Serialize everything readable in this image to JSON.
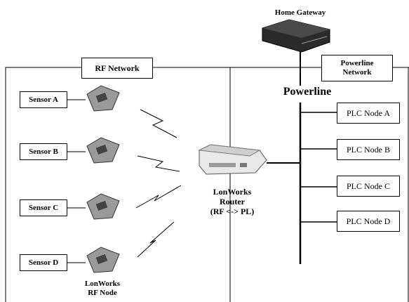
{
  "gateway": {
    "title": "Home Gateway"
  },
  "rf_network": {
    "label": "RF Network"
  },
  "powerline_network": {
    "label_line1": "Powerline",
    "label_line2": "Network"
  },
  "powerline": {
    "label": "Powerline"
  },
  "sensors": [
    {
      "label": "Sensor A"
    },
    {
      "label": "Sensor B"
    },
    {
      "label": "Sensor C"
    },
    {
      "label": "Sensor D"
    }
  ],
  "plc_nodes": [
    {
      "label": "PLC Node A"
    },
    {
      "label": "PLC Node B"
    },
    {
      "label": "PLC Node C"
    },
    {
      "label": "PLC Node D"
    }
  ],
  "router": {
    "line1": "LonWorks",
    "line2": "Router",
    "line3": "(RF <-> PL)"
  },
  "rf_node": {
    "line1": "LonWorks",
    "line2": "RF Node"
  }
}
